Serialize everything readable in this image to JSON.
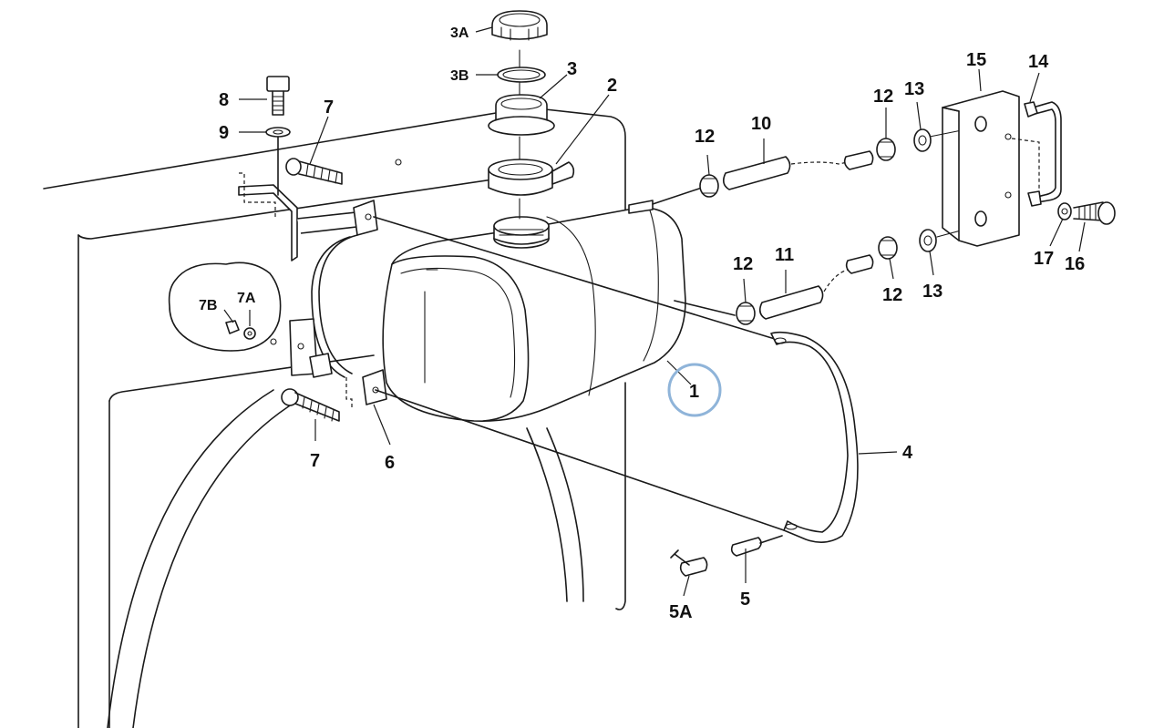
{
  "diagram": {
    "callouts": {
      "c1": "1",
      "c2": "2",
      "c3": "3",
      "c3a": "3A",
      "c3b": "3B",
      "c4": "4",
      "c5": "5",
      "c5a": "5A",
      "c6": "6",
      "c7_top": "7",
      "c7_bottom": "7",
      "c7a": "7A",
      "c7b": "7B",
      "c8": "8",
      "c9": "9",
      "c10": "10",
      "c11": "11",
      "c12_a": "12",
      "c12_b": "12",
      "c12_c": "12",
      "c12_d": "12",
      "c13_top": "13",
      "c13_bottom": "13",
      "c14": "14",
      "c15": "15",
      "c16": "16",
      "c17": "17"
    },
    "highlight_color": "#8fb4d9",
    "line_color": "#1a1a1a"
  }
}
